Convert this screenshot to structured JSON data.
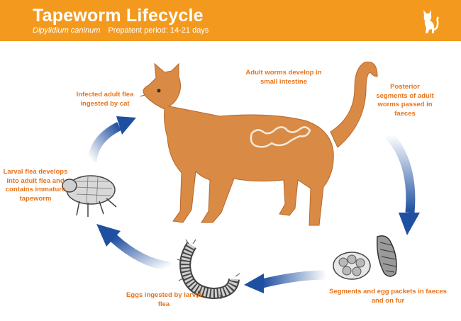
{
  "header": {
    "title": "Tapeworm Lifecycle",
    "species": "Dipylidium caninum",
    "prepatent": "Prepatent period: 14-21 days",
    "logo_icon": "cat-silhouette-icon"
  },
  "stages": {
    "infected_flea": "Infected adult flea ingested by cat",
    "adult_worms": "Adult worms develop in small intestine",
    "posterior_segments": "Posterior segments of adult worms passed in faeces",
    "larval_flea": "Larval flea develops into adult flea and contains immature tapeworm",
    "segments_eggs": "Segments and egg packets in faeces and on fur",
    "eggs_ingested": "Eggs ingested by larval flea"
  },
  "colors": {
    "header": "#f39a1e",
    "label": "#e8731a",
    "arrow": "#1f4fa0",
    "cat": "#d98a45"
  }
}
